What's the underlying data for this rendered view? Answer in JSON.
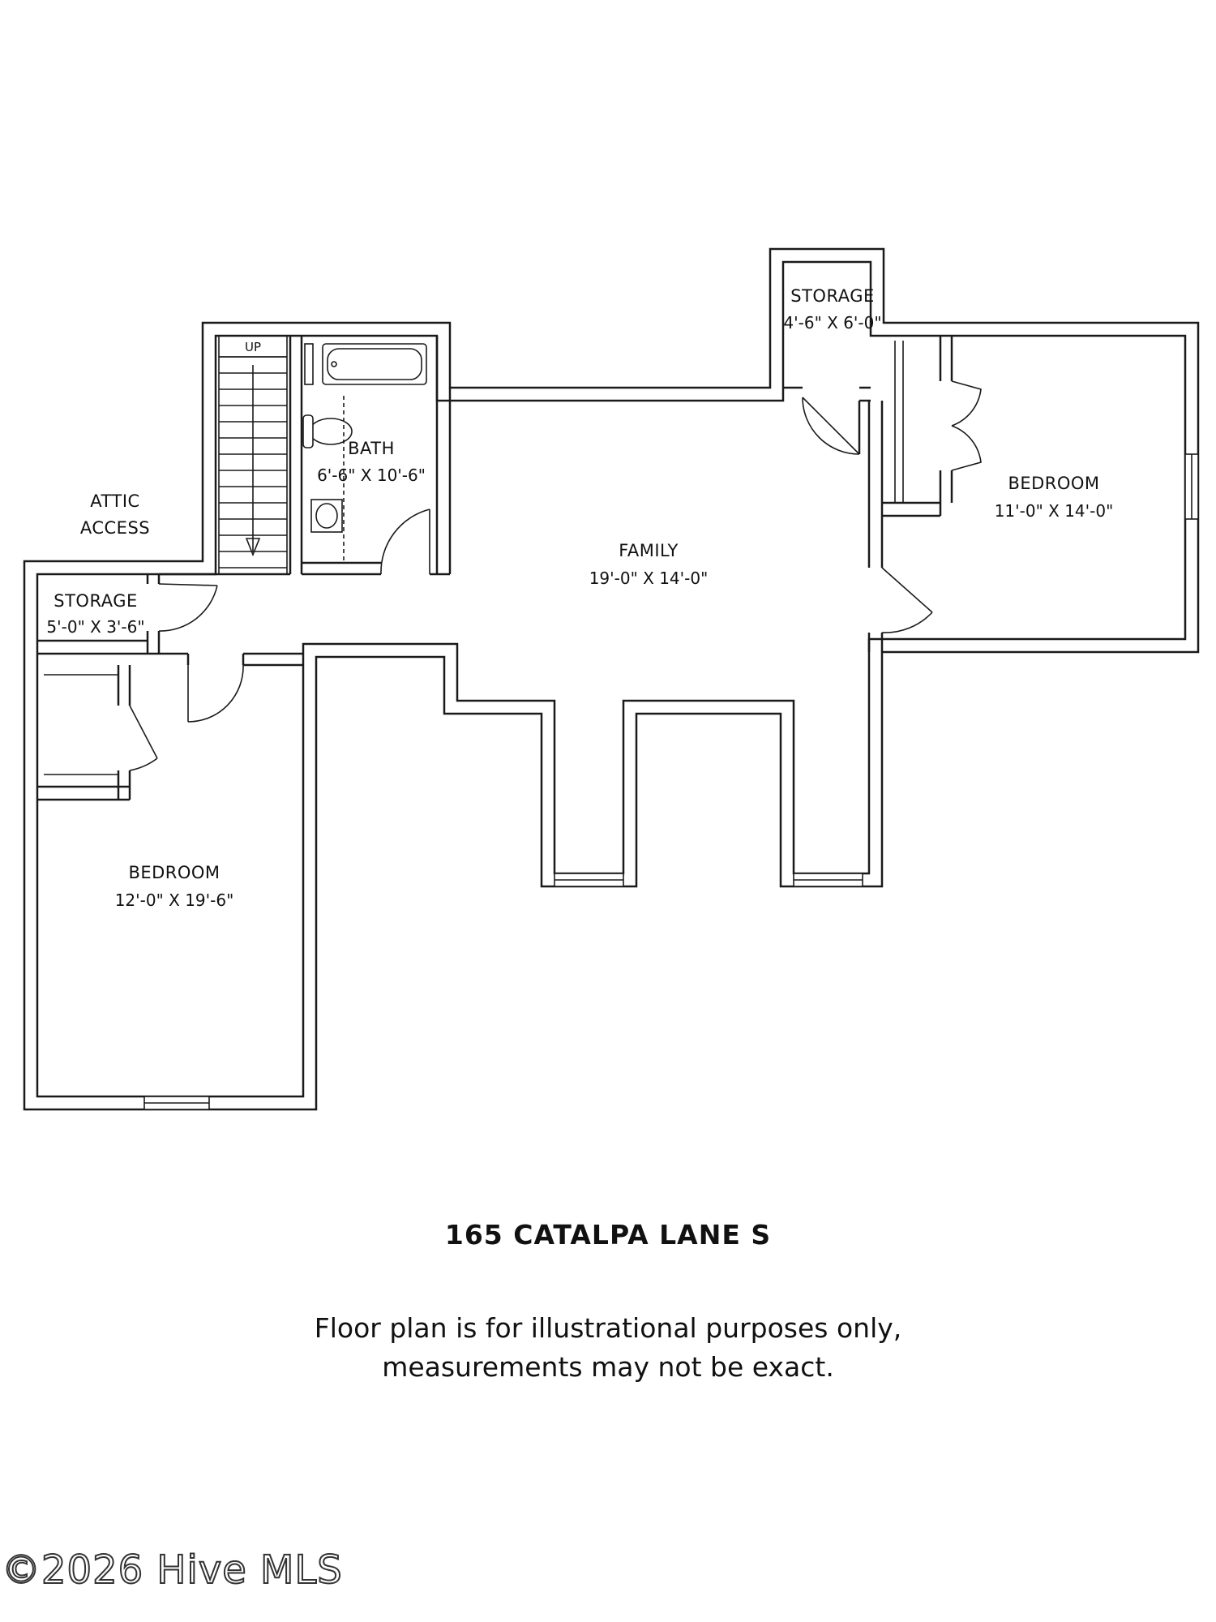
{
  "rooms": {
    "storage_top": {
      "label": "STORAGE",
      "dims": "4'-6\" X 6'-0\""
    },
    "bath": {
      "label": "BATH",
      "dims": "6'-6\" X 10'-6\""
    },
    "stairs": {
      "label": "UP"
    },
    "attic": {
      "line1": "ATTIC",
      "line2": "ACCESS"
    },
    "storage_left": {
      "label": "STORAGE",
      "dims": "5'-0\" X 3'-6\""
    },
    "family": {
      "label": "FAMILY",
      "dims": "19'-0\" X 14'-0\""
    },
    "bedroom_right": {
      "label": "BEDROOM",
      "dims": "11'-0\" X 14'-0\""
    },
    "bedroom_left": {
      "label": "BEDROOM",
      "dims": "12'-0\" X 19'-6\""
    }
  },
  "address": "165 CATALPA LANE S",
  "disclaimer": {
    "line1": "Floor plan is for illustrational purposes only,",
    "line2": "measurements may not be exact."
  },
  "watermark": "©2026 Hive MLS"
}
